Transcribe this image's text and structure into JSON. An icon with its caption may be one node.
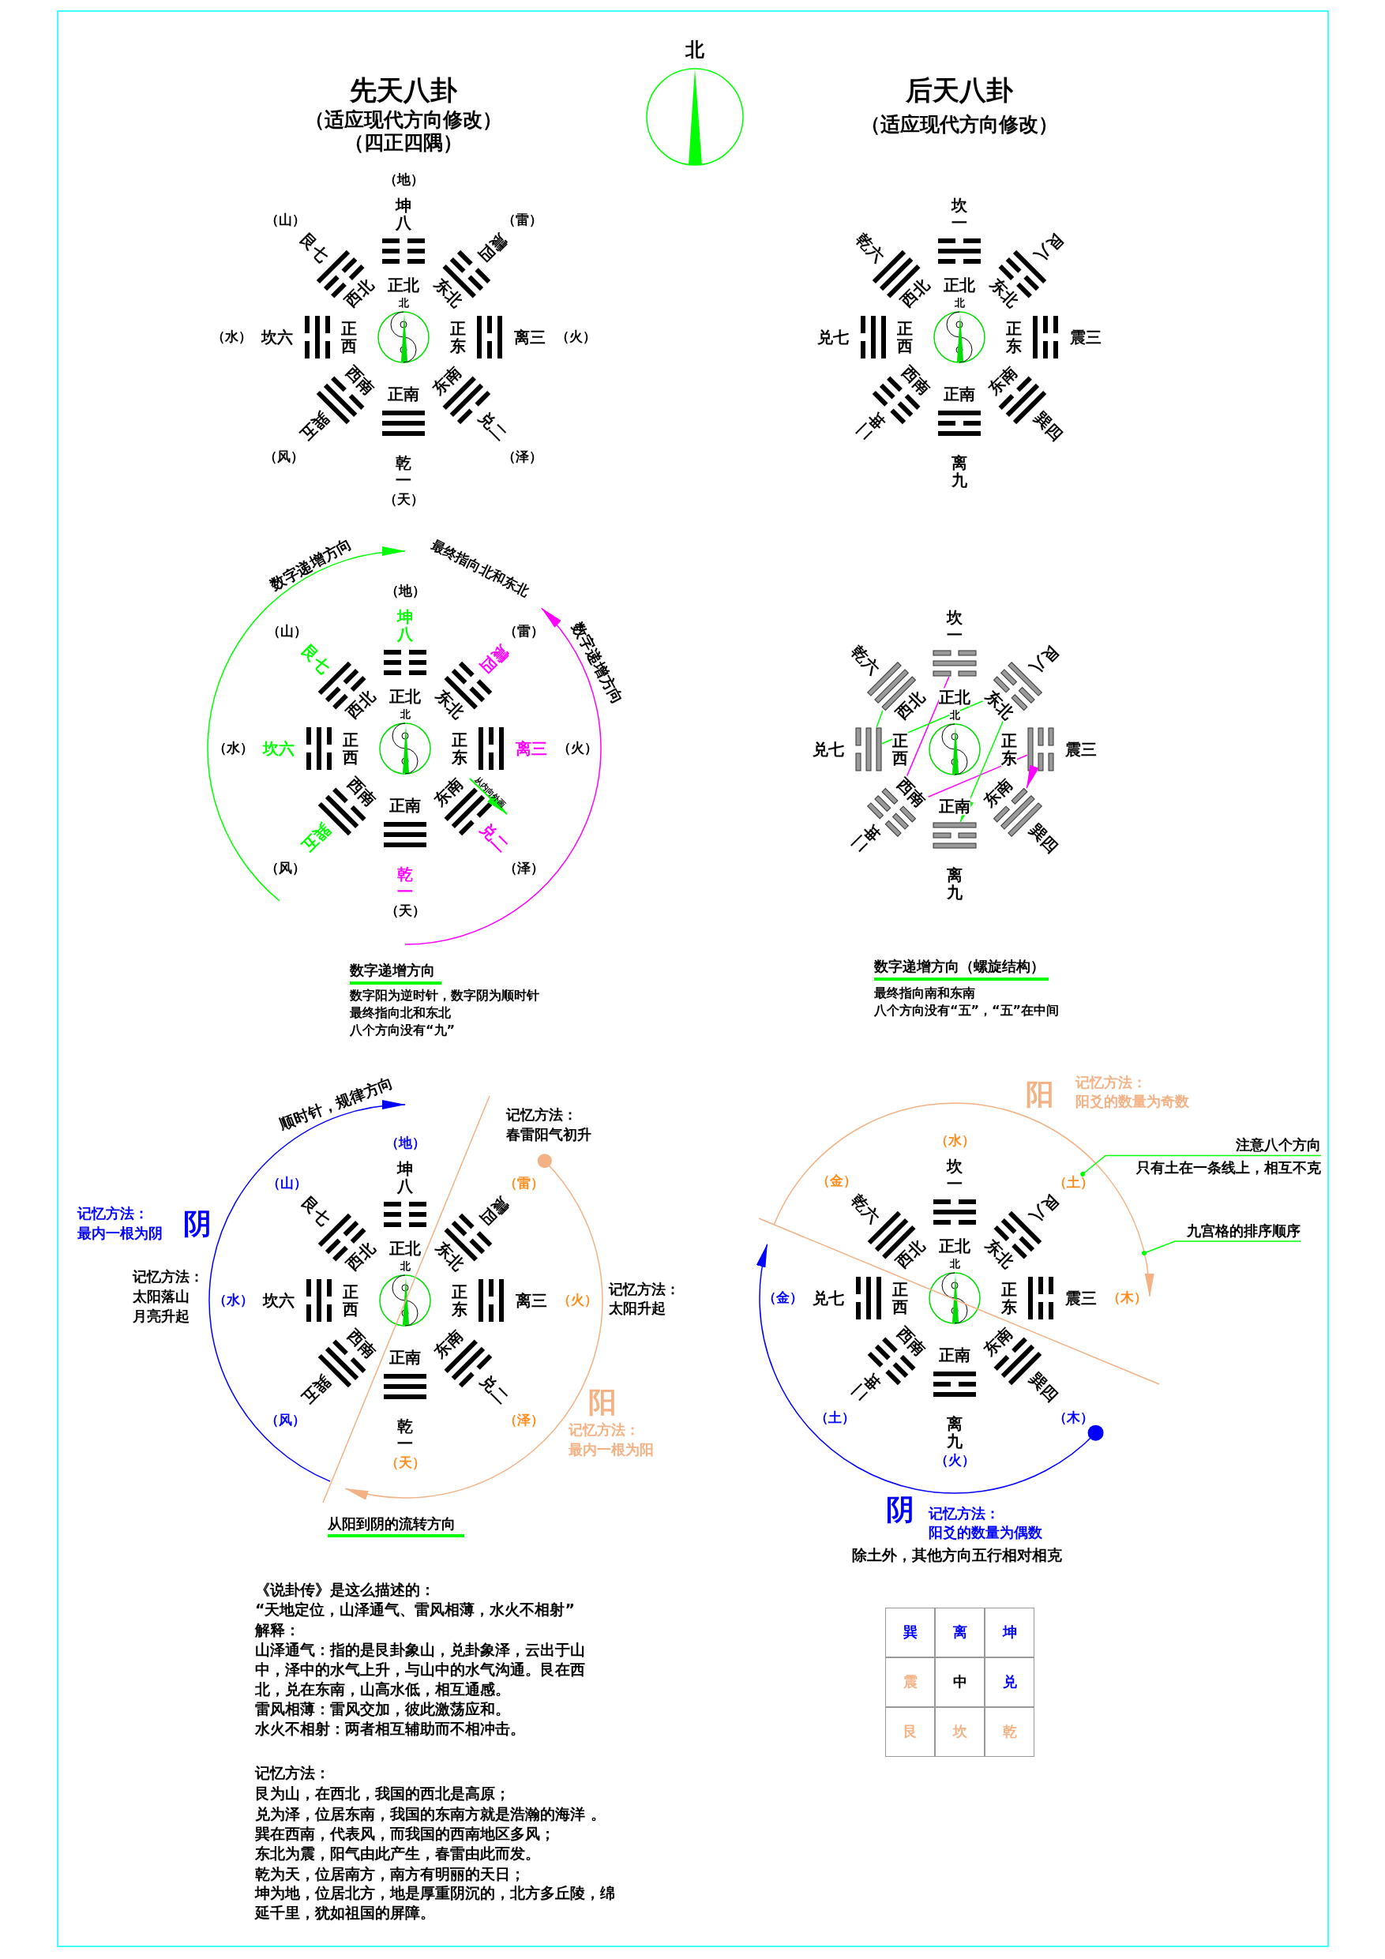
{
  "diagram": {
    "nodes": [
      {
        "text": [],
        "shape": "bar"
      },
      {
        "text": [],
        "shape": "bar"
      },
      {
        "text": [],
        "shape": "bar"
      },
      {
        "text": [],
        "shape": "bar"
      },
      {
        "text": [],
        "shape": "bar"
      },
      {
        "text": [],
        "shape": "bar"
      },
      {
        "text": [],
        "shape": "bar"
      },
      {
        "text": [],
        "shape": "bar"
      },
      {
        "text": [
          "注意八个方向",
          "只有土在一条线上，相互不克"
        ]
      },
      {
        "text": [
          "（土）"
        ]
      },
      {
        "text": [
          "九宫格的排序顺序"
        ]
      }
    ],
    "edges": [
      {
        "from": 0,
        "to": 5,
        "arrow": "none",
        "color": "#ff00ff"
      },
      {
        "from": 5,
        "to": 4,
        "arrow": "none",
        "color": "#ff00ff"
      },
      {
        "from": 4,
        "to": 6,
        "arrow": "to",
        "color": "#ff00ff"
      },
      {
        "from": 1,
        "to": 3,
        "arrow": "none",
        "color": "#00ff00"
      },
      {
        "from": 3,
        "to": 2,
        "arrow": "none",
        "color": "#00ff00"
      },
      {
        "from": 2,
        "to": 7,
        "arrow": "to",
        "color": "#00ff00"
      },
      {
        "from": 8,
        "to": 9,
        "arrow": "other",
        "color": "#00ff00"
      },
      {
        "from": 10,
        "to": null,
        "arrow": "other",
        "color": "#00ff00"
      }
    ],
    "labels": [
      "先天八卦",
      "（适应现代方向修改）",
      "（四正四隅）",
      "北",
      "后天八卦",
      "（适应现代方向修改）",
      "北",
      "正北",
      "东北",
      "正东",
      "东南",
      "正南",
      "西南",
      "正西",
      "西北",
      "坤八",
      "震四",
      "离三",
      "兑二",
      "乾一",
      "巽五",
      "坎六",
      "艮七",
      "（地）",
      "（雷）",
      "（火）",
      "（泽）",
      "（天）",
      "（风）",
      "（水）",
      "（山）",
      "北",
      "正北",
      "东北",
      "正东",
      "东南",
      "正南",
      "西南",
      "正西",
      "西北",
      "坎一",
      "艮八",
      "震三",
      "巽四",
      "离九",
      "坤二",
      "兑七",
      "乾六",
      "数字递增方向",
      "最终指向北和东北",
      "数字递增方向",
      "北",
      "正北",
      "东北",
      "正东",
      "东南",
      "正南",
      "西南",
      "正西",
      "西北",
      "坤八",
      "震四",
      "离三",
      "兑二",
      "乾一",
      "巽五",
      "坎六",
      "艮七",
      "（地）",
      "（雷）",
      "（火）",
      "（泽）",
      "（天）",
      "（风）",
      "（水）",
      "（山）",
      "从内向外画",
      "数字递增方向",
      "数字阳为逆时针，数字阴为顺时针",
      "最终指向北和东北",
      "八个方向没有“九”",
      "北",
      "正北",
      "东北",
      "正东",
      "东南",
      "正南",
      "西南",
      "正西",
      "西北",
      "坎一",
      "艮八",
      "震三",
      "巽四",
      "离九",
      "坤二",
      "兑七",
      "乾六",
      "数字递增方向（螺旋结构）",
      "最终指向南和东南",
      "八个方向没有“五”，“五”在中间",
      "顺时针，规律方向",
      "记忆方法：",
      "春雷阳气初升",
      "记忆方法：",
      "最内一根为阴",
      "阴",
      "记忆方法：",
      "太阳落山",
      "月亮升起",
      "记忆方法：",
      "太阳升起",
      "北",
      "正北",
      "东北",
      "正东",
      "东南",
      "正南",
      "西南",
      "正西",
      "西北",
      "坤八",
      "震四",
      "离三",
      "兑二",
      "乾一",
      "巽五",
      "坎六",
      "艮七",
      "（地）",
      "（雷）",
      "（火）",
      "（泽）",
      "（天）",
      "（风）",
      "（水）",
      "（山）",
      "阳",
      "记忆方法：",
      "最内一根为阳",
      "从阳到阴的流转方向",
      "阳",
      "记忆方法：",
      "阳爻的数量为奇数",
      "北",
      "正北",
      "东北",
      "正东",
      "东南",
      "正南",
      "西南",
      "正西",
      "西北",
      "坎一",
      "艮八",
      "震三",
      "巽四",
      "离九",
      "坤二",
      "兑七",
      "乾六",
      "（水）",
      "（木）",
      "（木）",
      "（火）",
      "（土）",
      "（金）",
      "（金）",
      "阴",
      "记忆方法：",
      "阳爻的数量为偶数",
      "除土外，其他方向五行相对相克",
      "《说卦传》是这么描述的：",
      "“天地定位，山泽通气、雷风相薄，水火不相射”",
      "解释：",
      "山泽通气：指的是艮卦象山，兑卦象泽，云出于山中，泽中的水气上升，与山中的水气沟通。艮在西北，兑在东南，山高水低，相互通感。",
      "雷风相薄：雷风交加，彼此激荡应和。",
      "水火不相射：两者相互辅助而不相冲击。",
      "记忆方法：",
      "艮为山，在西北，我国的西北是高原；",
      "兑为泽，位居东南，我国的东南方就是浩瀚的海洋 。",
      "巽在西南，代表风，而我国的西南地区多风；",
      "东北为震，阳气由此产生，春雷由此而发。",
      "乾为天，位居南方，南方有明丽的天日；",
      "坤为地，位居北方，地是厚重阴沉的，北方多丘陵，绵延千里，犹如祖国的屏障。",
      "巽",
      "离",
      "坤",
      "震",
      "中",
      "兑",
      "艮",
      "坎",
      "乾"
    ]
  }
}
